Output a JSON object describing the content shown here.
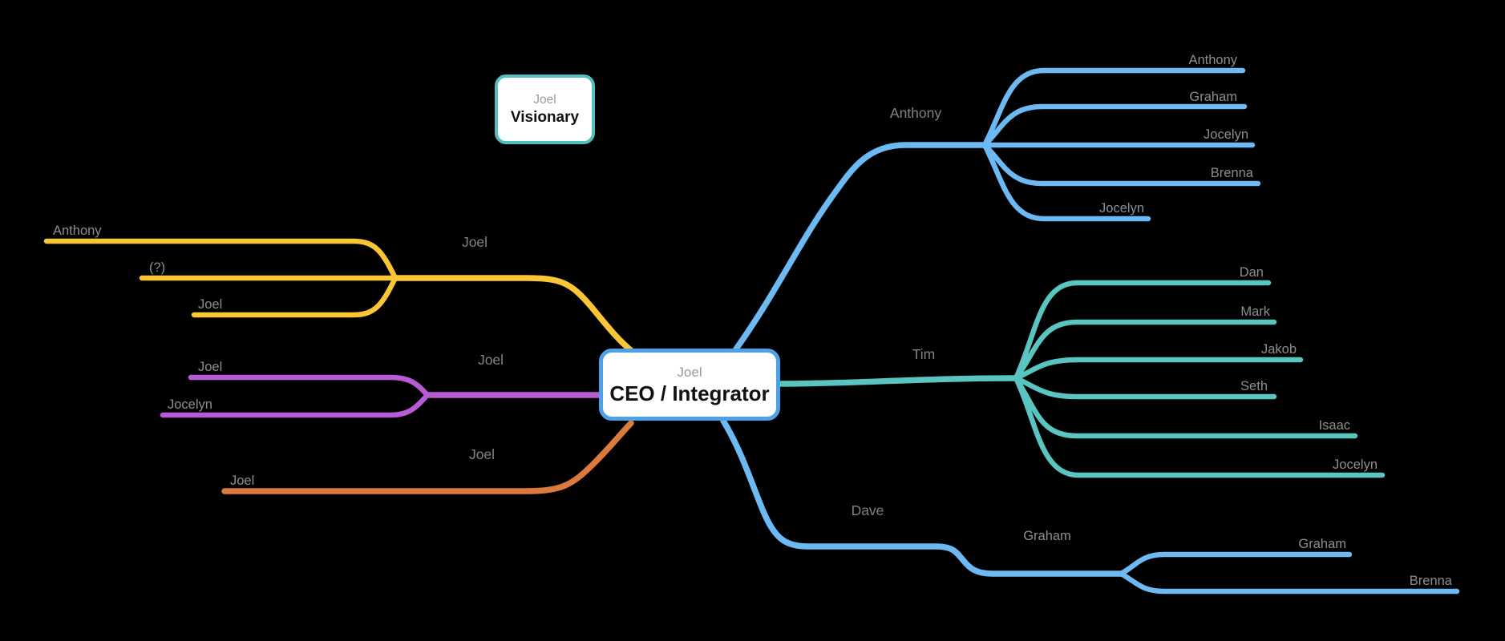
{
  "colors": {
    "background": "#000000",
    "yellow": "#FAC636",
    "purple": "#B95BD4",
    "orange": "#DB7A3C",
    "blue": "#6CB9F4",
    "teal": "#59C4C0",
    "center_node_border": "#4DA1E8",
    "floating_node_border": "#52C0C1",
    "branch_label_gray": "#8E8E8E",
    "node_subtitle_gray": "#9B9B9B",
    "node_title_black": "#111111"
  },
  "center_node": {
    "subtitle": "Joel",
    "title": "CEO / Integrator"
  },
  "floating_node": {
    "subtitle": "Joel",
    "title": "Visionary"
  },
  "left_branches": {
    "yellow": {
      "parent": "Joel",
      "children": [
        "Anthony",
        "(?)",
        "Joel"
      ]
    },
    "purple": {
      "parent": "Joel",
      "children": [
        "Joel",
        "Jocelyn"
      ]
    },
    "orange": {
      "parent": "Joel",
      "children": [
        "Joel"
      ]
    }
  },
  "right_branches": {
    "anthony": {
      "parent": "Anthony",
      "children": [
        "Anthony",
        "Graham",
        "Jocelyn",
        "Brenna",
        "Jocelyn"
      ]
    },
    "tim": {
      "parent": "Tim",
      "children": [
        "Dan",
        "Mark",
        "Jakob",
        "Seth",
        "Isaac",
        "Jocelyn"
      ]
    },
    "dave": {
      "parent": "Dave",
      "subparent": "Graham",
      "grandchildren": [
        "Graham",
        "Brenna"
      ]
    }
  }
}
